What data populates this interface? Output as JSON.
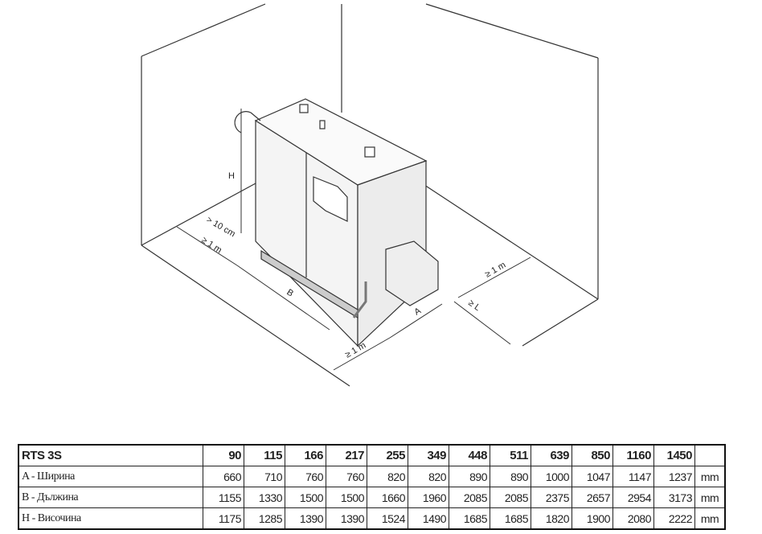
{
  "diagram": {
    "labels": {
      "H": "H",
      "clearance_10cm": "> 10 cm",
      "left_1m": "≥ 1 m",
      "B": "B",
      "front_1m": "≥ 1 m",
      "A": "A",
      "L": "≥ L",
      "right_1m": "≥ 1 m"
    }
  },
  "table": {
    "model": "RTS 3S",
    "sizes": [
      "90",
      "115",
      "166",
      "217",
      "255",
      "349",
      "448",
      "511",
      "639",
      "850",
      "1160",
      "1450"
    ],
    "rows": [
      {
        "label": "A - Ширина",
        "values": [
          "660",
          "710",
          "760",
          "760",
          "820",
          "820",
          "890",
          "890",
          "1000",
          "1047",
          "1147",
          "1237"
        ],
        "unit": "mm"
      },
      {
        "label": "B - Дължина",
        "values": [
          "1155",
          "1330",
          "1500",
          "1500",
          "1660",
          "1960",
          "2085",
          "2085",
          "2375",
          "2657",
          "2954",
          "3173"
        ],
        "unit": "mm"
      },
      {
        "label": "H - Височина",
        "values": [
          "1175",
          "1285",
          "1390",
          "1390",
          "1524",
          "1490",
          "1685",
          "1685",
          "1820",
          "1900",
          "2080",
          "2222"
        ],
        "unit": "mm"
      }
    ]
  }
}
